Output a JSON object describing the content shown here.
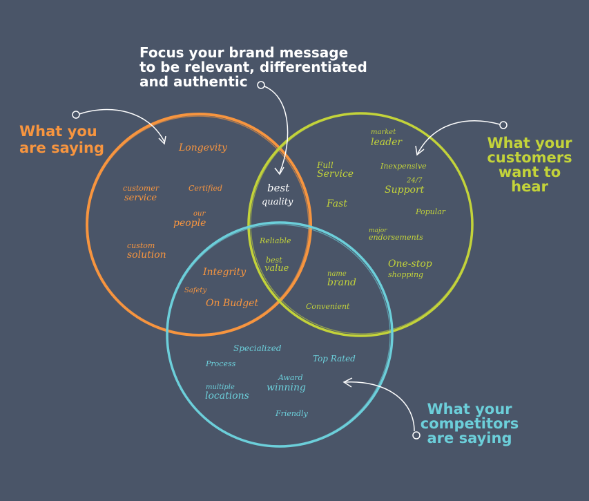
{
  "headings": {
    "focus": [
      "Focus your brand message",
      "to be relevant, differentiated",
      "and authentic"
    ],
    "you": [
      "What you",
      "are saying"
    ],
    "customers": [
      "What your",
      "customers",
      "want to hear"
    ],
    "competitors": [
      "What your",
      "competitors",
      "are saying"
    ]
  },
  "words": {
    "you_only": [
      "Longevity",
      "customer",
      "service",
      "Certified",
      "our",
      "people",
      "custom",
      "solution"
    ],
    "you_customers": [
      "best",
      "quality"
    ],
    "customers_only": [
      "market",
      "leader",
      "Full",
      "Service",
      "Inexpensive",
      "24/7",
      "Support",
      "Fast",
      "Popular",
      "major",
      "endorsements",
      "One-stop",
      "shopping"
    ],
    "all_three": [
      "Reliable",
      "best",
      "value"
    ],
    "you_competitors": [
      "Integrity",
      "Safety",
      "On Budget"
    ],
    "customers_competitors": [
      "name",
      "brand",
      "Convenient"
    ],
    "competitors_only": [
      "Specialized",
      "Process",
      "Top Rated",
      "Award",
      "winning",
      "multiple",
      "locations",
      "Friendly"
    ]
  },
  "colors": {
    "background": "#4a5568",
    "you": "#f7953f",
    "customers": "#c3d33a",
    "competitors": "#6ccfda",
    "focus": "#ffffff"
  }
}
